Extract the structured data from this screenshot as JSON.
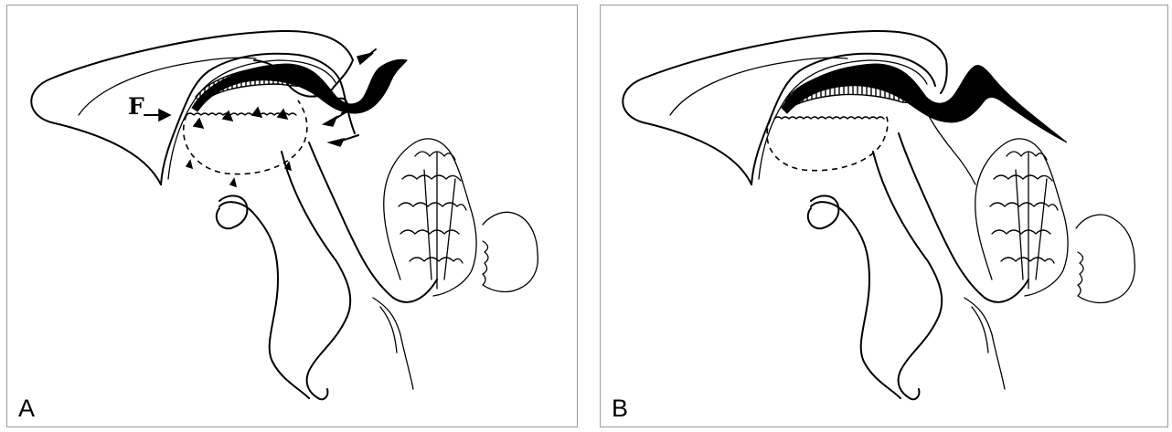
{
  "panels": [
    {
      "id": "A",
      "label": "A"
    },
    {
      "id": "B",
      "label": "B"
    }
  ],
  "annotations": {
    "panel_a_letter": "F"
  }
}
